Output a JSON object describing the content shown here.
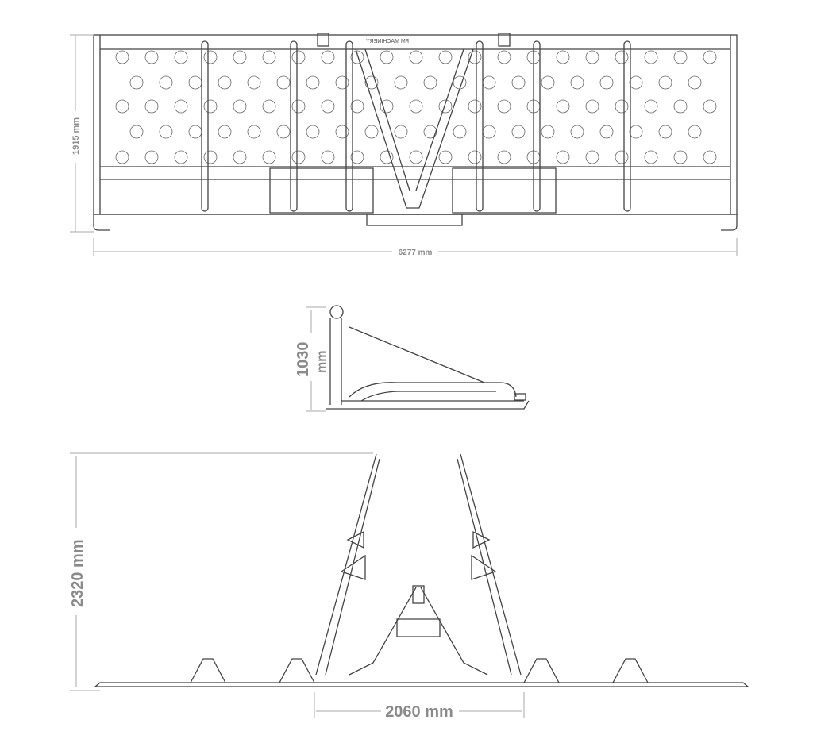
{
  "title": "Chain harrow technical drawing",
  "logo_text": "FM MACHINERY",
  "views": {
    "top": {
      "height_label": "1915 mm",
      "width_label": "6277 mm"
    },
    "side": {
      "height_label_value": "1030",
      "height_label_unit": "mm"
    },
    "front": {
      "height_label": "2320 mm",
      "width_label": "2060 mm"
    }
  },
  "colors": {
    "line": "#444444",
    "dimension": "#aaaaaa",
    "dimension_text": "#8a8a8a"
  }
}
